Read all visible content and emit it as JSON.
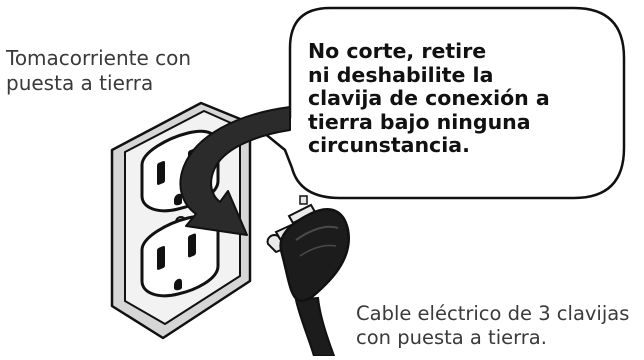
{
  "labels": {
    "outlet_lines": [
      "Tomacorriente con",
      "puesta a tierra"
    ],
    "cord_lines": [
      "Cable eléctrico de 3 clavijas",
      "con puesta a tierra."
    ]
  },
  "warning": {
    "lines": [
      "No corte, retire",
      "ni deshabilite la",
      "clavija de conexión a",
      "tierra bajo ninguna",
      "circunstancia."
    ]
  },
  "illustration": {
    "objects": [
      "grounded-wall-outlet",
      "arrow",
      "three-prong-plug",
      "power-cord"
    ],
    "colors": {
      "outline": "#111111",
      "plate": "#f2f2f2",
      "plate_shade": "#d6d6d6",
      "arrow_fill": "#2b2b2b",
      "plug_body": "#1c1c1c",
      "prongs": "#e9e9e9"
    }
  }
}
